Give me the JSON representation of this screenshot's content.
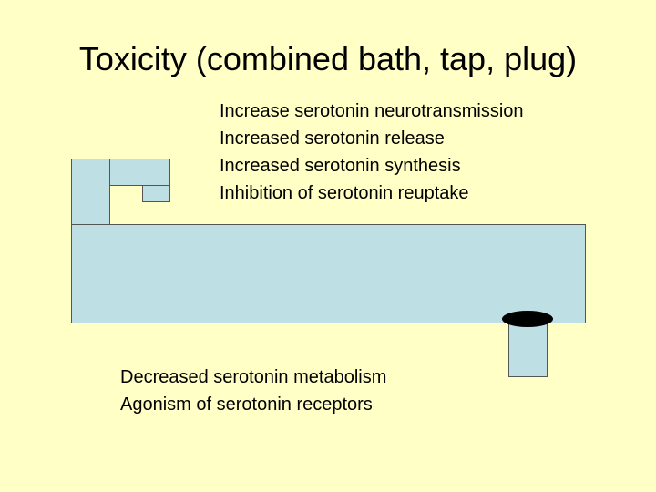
{
  "slide": {
    "title": "Toxicity (combined bath, tap, plug)"
  },
  "top_list": [
    "Increase serotonin neurotransmission",
    "Increased serotonin release",
    "Increased serotonin synthesis",
    "Inhibition of serotonin reuptake"
  ],
  "bottom_list": [
    "Decreased serotonin metabolism",
    "Agonism of serotonin receptors"
  ],
  "colors": {
    "background": "#FFFFC6",
    "fill": "#BEE0E4",
    "plug": "#000000"
  }
}
